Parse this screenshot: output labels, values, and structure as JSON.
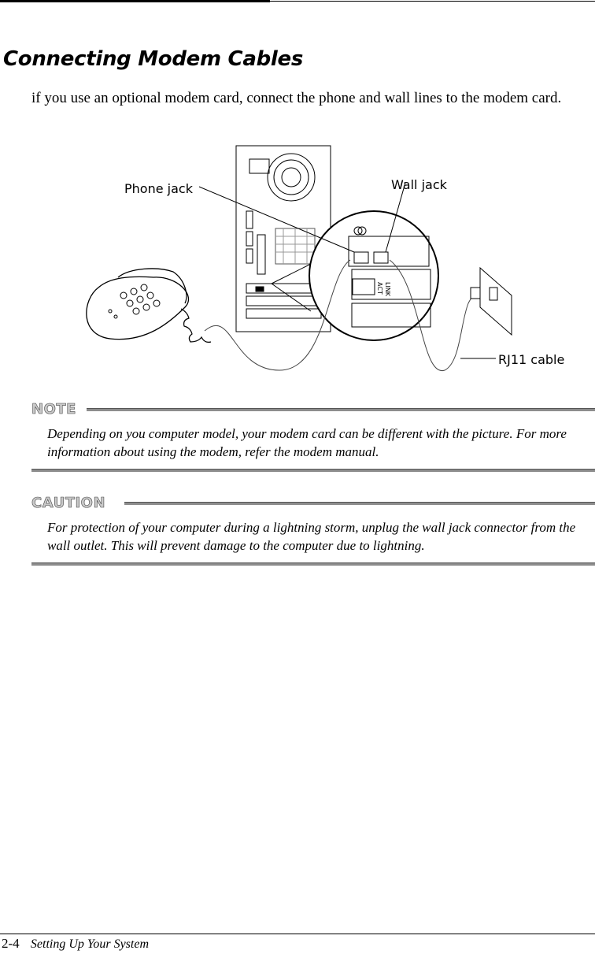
{
  "page": {
    "title": "Connecting Modem Cables",
    "intro": " if you use an optional modem card, connect the phone and wall lines to the modem card."
  },
  "figure": {
    "labels": {
      "phone_jack": "Phone jack",
      "wall_jack": "Wall jack",
      "rj11_cable": "RJ11 cable",
      "link": "LINK",
      "act": "ACT"
    }
  },
  "note": {
    "heading": "NOTE",
    "text": "Depending on you computer model, your modem card can be different with the picture. For more information about using the modem, refer the modem manual."
  },
  "caution": {
    "heading": "CAUTION",
    "text": "For protection of your computer during a lightning storm, unplug the wall jack connector from the wall outlet. This will prevent damage to the computer due to lightning."
  },
  "footer": {
    "page_number": "2-4",
    "section": "Setting Up Your System"
  }
}
